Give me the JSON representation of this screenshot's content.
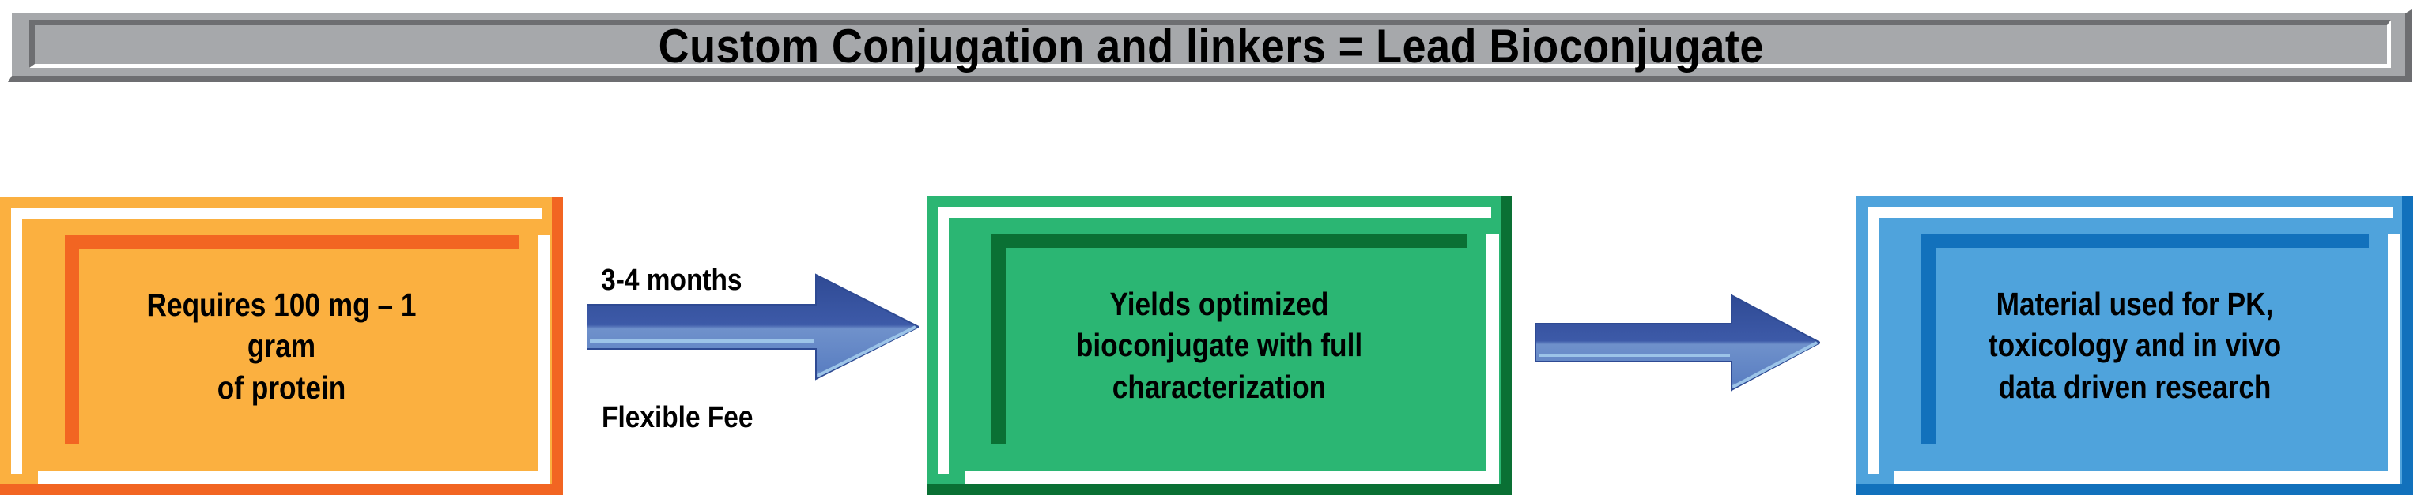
{
  "header": {
    "title": "Custom Conjugation and linkers = Lead Bioconjugate",
    "fill_color": "#a6a8ab",
    "highlight_color": "#ffffff",
    "shadow_color": "#6d6e71"
  },
  "flow": {
    "steps": [
      {
        "id": "step-input",
        "text": "Requires 100 mg – 1 gram of protein",
        "line1": "Requires 100 mg – 1 gram",
        "line2": "of protein",
        "fill_color": "#fbb040",
        "accent_color": "#f26522"
      },
      {
        "id": "step-output",
        "text": "Yields optimized bioconjugate with full characterization",
        "line1": "Yields optimized",
        "line2": "bioconjugate with full",
        "line3": "characterization",
        "fill_color": "#2bb673",
        "accent_color": "#0a7034"
      },
      {
        "id": "step-application",
        "text": "Material used for PK, toxicology and in vivo data driven research",
        "line1": "Material used for PK,",
        "line2": "toxicology and in vivo",
        "line3": "data driven research",
        "fill_color": "#4fa3dc",
        "accent_color": "#1271bc"
      }
    ],
    "arrows": [
      {
        "id": "arrow-1",
        "label_top": "3-4 months",
        "label_bottom": "Flexible Fee",
        "color_dark": "#36539f",
        "color_light": "#7e9ed4"
      },
      {
        "id": "arrow-2",
        "label_top": "",
        "label_bottom": "",
        "color_dark": "#36539f",
        "color_light": "#7e9ed4"
      }
    ]
  }
}
